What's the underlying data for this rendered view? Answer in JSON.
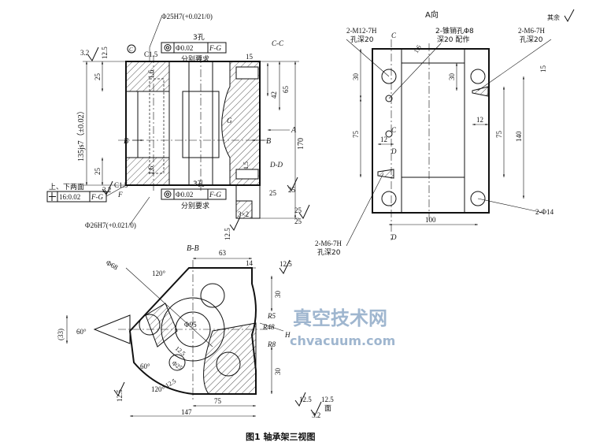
{
  "caption": "图1  轴承架三视图",
  "watermark": {
    "cn": "真空技术网",
    "en": "chvacuum.com"
  },
  "front_view": {
    "fit_top": "Φ25H7(+0.021/0)",
    "fit_bottom": "Φ26H7(+0.021/0)",
    "holes_top": "3孔",
    "tol_top": "Φ0.02",
    "datum_top": "F-G",
    "sep_req_top": "分别要求",
    "holes_bot": "3孔",
    "tol_bot": "Φ0.02",
    "datum_bot": "F-G",
    "sep_req_bot": "分别要求",
    "chamfer_top": "C1.5",
    "chamfer_bot": "C1.5",
    "rough_32_a": "3.2",
    "rough_125_a": "12.5",
    "rough_16_a": "1.6",
    "rough_16_b": "1.6",
    "rough_32_b": "3.2",
    "rough_125_b": "12.5",
    "dim_25_top": "25",
    "dim_25_bot": "25",
    "dim_135": "135js7（±0.02）",
    "dim_170": "170",
    "dim_42": "42",
    "dim_65": "65",
    "dim_15": "15",
    "dim_3x2": "3×2",
    "dim_25_r1": "25",
    "dim_25_r2": "25",
    "rough_25": "25",
    "rough_25_b": "25",
    "rough_15": "1.5",
    "section_cc": "C-C",
    "section_dd": "D-D",
    "label_b_left": "B",
    "label_b_right": "B",
    "label_a": "A",
    "label_c": "C",
    "label_f": "F",
    "label_g": "G",
    "surf_note": "上、下两面",
    "flat_tol": "16:0.02",
    "flat_datum": "F-G"
  },
  "side_view": {
    "title": "A向",
    "rest": "其余",
    "m12": "2-M12-7H",
    "m12_depth": "孔深20",
    "pin": "2-锥销孔Φ8",
    "pin_depth": "深20 配作",
    "m6_top": "2-M6-7H",
    "m6_top_depth": "孔深20",
    "m6_bot": "2-M6-7H",
    "m6_bot_depth": "孔深20",
    "phi14": "2-Φ14",
    "dim_30a": "30",
    "dim_30b": "30",
    "dim_75a": "75",
    "dim_75b": "75",
    "dim_12a": "12",
    "dim_12b": "12",
    "dim_15": "15",
    "dim_140": "140",
    "dim_100": "100",
    "rough_16": "1.6",
    "label_c1": "C",
    "label_c2": "C",
    "label_d1": "D",
    "label_d2": "D"
  },
  "bottom_view": {
    "title": "B-B",
    "dim_63": "63",
    "dim_14": "14",
    "dim_30a": "30",
    "dim_30b": "30",
    "dim_33": "(33)",
    "dim_60": "60°",
    "dim_60b": "60°",
    "dim_120a": "120°",
    "dim_120b": "120°",
    "dim_phi68": "Φ68",
    "dim_phi95": "Φ95",
    "dim_r5": "R5",
    "dim_r48": "R48",
    "dim_r8": "R8",
    "dim_h": "H",
    "dim_12_5": "12.5",
    "dim_12_5b": "12.5",
    "dim_12_5c": "12.5",
    "dim_phi25": "Φ25",
    "dim_147": "147",
    "dim_75": "75",
    "rough_125a": "12.5",
    "rough_125b": "12.5",
    "rough_125c": "12.5",
    "rough_32": "3.2",
    "face_note": "面"
  }
}
